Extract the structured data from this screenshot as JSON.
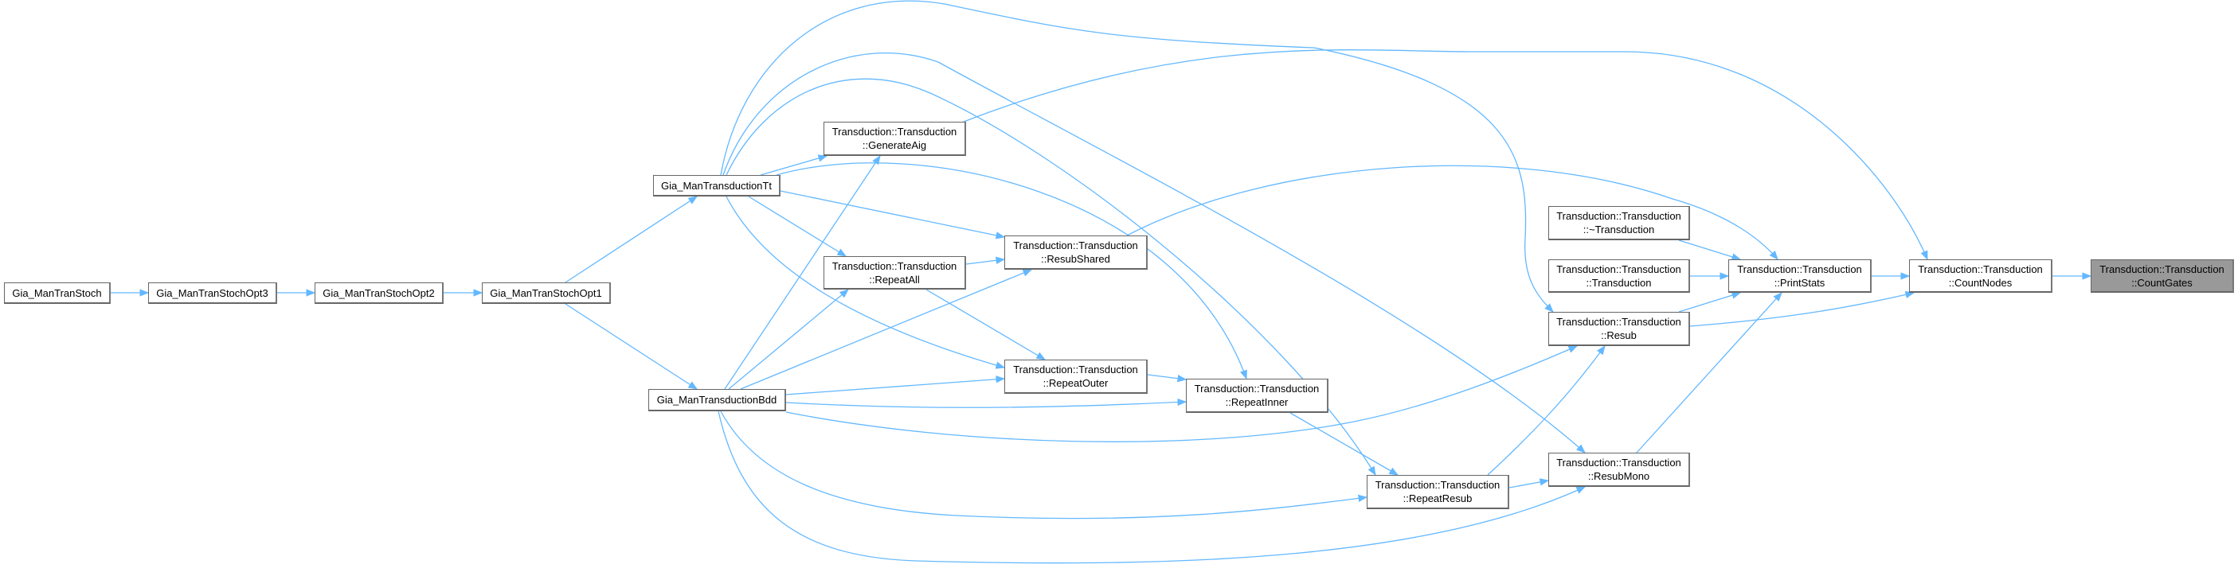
{
  "nodes": {
    "stoch": {
      "l1": "Gia_ManTranStoch"
    },
    "opt3": {
      "l1": "Gia_ManTranStochOpt3"
    },
    "opt2": {
      "l1": "Gia_ManTranStochOpt2"
    },
    "opt1": {
      "l1": "Gia_ManTranStochOpt1"
    },
    "tt": {
      "l1": "Gia_ManTransductionTt"
    },
    "bdd": {
      "l1": "Gia_ManTransductionBdd"
    },
    "generateaig": {
      "l1": "Transduction::Transduction",
      "l2": "::GenerateAig"
    },
    "repeatall": {
      "l1": "Transduction::Transduction",
      "l2": "::RepeatAll"
    },
    "resubshared": {
      "l1": "Transduction::Transduction",
      "l2": "::ResubShared"
    },
    "repeatouter": {
      "l1": "Transduction::Transduction",
      "l2": "::RepeatOuter"
    },
    "repeatinner": {
      "l1": "Transduction::Transduction",
      "l2": "::RepeatInner"
    },
    "repeatresub": {
      "l1": "Transduction::Transduction",
      "l2": "::RepeatResub"
    },
    "destructor": {
      "l1": "Transduction::Transduction",
      "l2": "::~Transduction"
    },
    "constructor": {
      "l1": "Transduction::Transduction",
      "l2": "::Transduction"
    },
    "resub": {
      "l1": "Transduction::Transduction",
      "l2": "::Resub"
    },
    "resubmono": {
      "l1": "Transduction::Transduction",
      "l2": "::ResubMono"
    },
    "printstats": {
      "l1": "Transduction::Transduction",
      "l2": "::PrintStats"
    },
    "countnodes": {
      "l1": "Transduction::Transduction",
      "l2": "::CountNodes"
    },
    "countgates": {
      "l1": "Transduction::Transduction",
      "l2": "::CountGates"
    }
  },
  "colors": {
    "edge": "#63b8ff",
    "current_node": "#999999",
    "border": "#666666"
  }
}
